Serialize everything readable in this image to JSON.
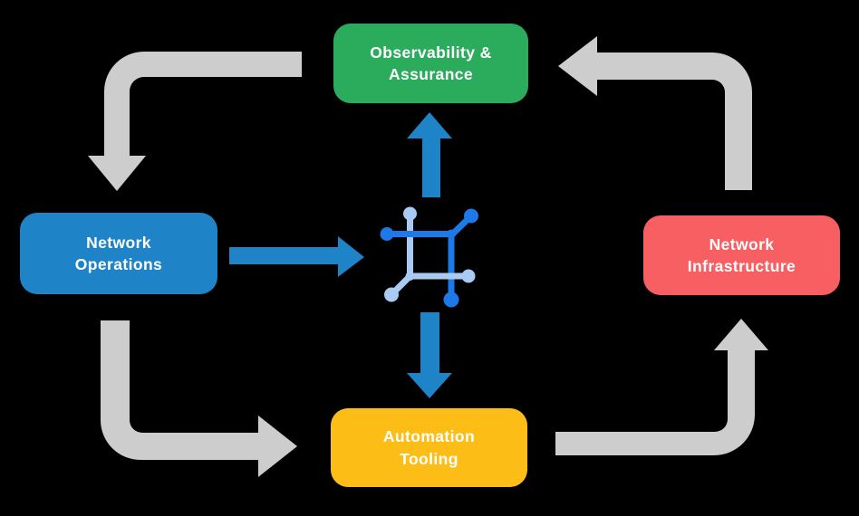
{
  "colors": {
    "background": "#000000",
    "text_white": "#FFFFFF",
    "node_green": "#2BAC5C",
    "node_blue": "#1F83C7",
    "node_red": "#F85F62",
    "node_yellow": "#FCBD17",
    "arrow_gray": "#CDCDCD",
    "arrow_blue": "#1F83C7",
    "icon_dark_blue": "#1D79E8",
    "icon_light_blue": "#A9CBF3"
  },
  "diagram": {
    "nodes": {
      "observability": {
        "line1": "Observability &",
        "line2": "Assurance"
      },
      "operations": {
        "line1": "Network",
        "line2": "Operations"
      },
      "infrastructure": {
        "line1": "Network",
        "line2": "Infrastructure"
      },
      "automation": {
        "line1": "Automation",
        "line2": "Tooling"
      }
    },
    "center_icon": "network-automation-hub-icon",
    "flows": [
      {
        "from": "Observability & Assurance",
        "to": "Network Operations",
        "style": "gray-curved"
      },
      {
        "from": "Network Operations",
        "to": "Automation Tooling",
        "style": "gray-curved"
      },
      {
        "from": "Automation Tooling",
        "to": "Network Infrastructure",
        "style": "gray-curved"
      },
      {
        "from": "Network Infrastructure",
        "to": "Observability & Assurance",
        "style": "gray-curved"
      },
      {
        "from": "Network Operations",
        "to": "hub",
        "style": "blue-straight"
      },
      {
        "from": "hub",
        "to": "Observability & Assurance",
        "style": "blue-straight"
      },
      {
        "from": "hub",
        "to": "Automation Tooling",
        "style": "blue-straight"
      }
    ]
  }
}
